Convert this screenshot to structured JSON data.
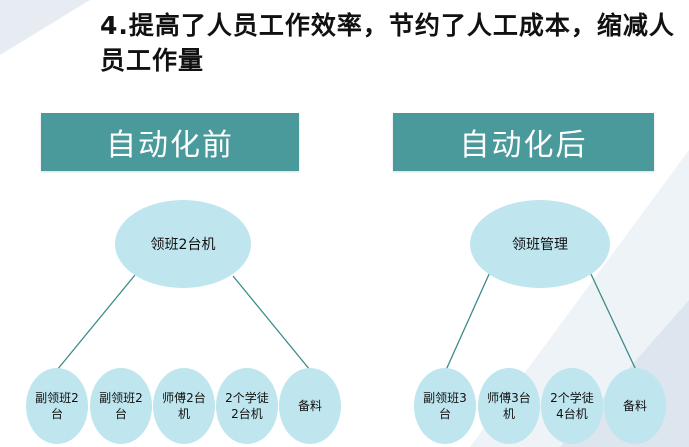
{
  "title": "4.提高了人员工作效率，节约了人工成本，缩减人员工作量",
  "before": {
    "header": "自动化前",
    "root": "领班2台机",
    "leaves": [
      "副领班2台",
      "副领班2台",
      "师傅2台机",
      "2个学徒2台机",
      "备料"
    ]
  },
  "after": {
    "header": "自动化后",
    "root": "领班管理",
    "leaves": [
      "副领班3台",
      "师傅3台机",
      "2个学徒4台机",
      "备料"
    ]
  },
  "colors": {
    "header_bg": "#4a9a9b",
    "node_fill": "#bfe5ee",
    "line": "#3c8a8a"
  }
}
